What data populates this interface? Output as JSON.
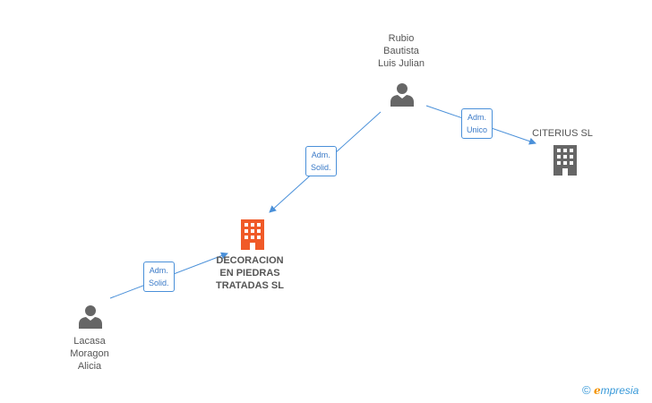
{
  "colors": {
    "edge": "#4a90d9",
    "person": "#666666",
    "company": "#666666",
    "main_company": "#f05a28"
  },
  "nodes": {
    "rubio": {
      "lines": [
        "Rubio",
        "Bautista",
        "Luis Julian"
      ],
      "icon": "person-icon"
    },
    "lacasa": {
      "lines": [
        "Lacasa",
        "Moragon",
        "Alicia"
      ],
      "icon": "person-icon"
    },
    "citerius": {
      "label": "CITERIUS SL",
      "icon": "building-icon"
    },
    "decoracion": {
      "lines": [
        "DECORACION",
        "EN PIEDRAS",
        "TRATADAS SL"
      ],
      "icon": "building-icon"
    }
  },
  "edges": {
    "rubio_decoracion": {
      "lines": [
        "Adm.",
        "Solid."
      ]
    },
    "rubio_citerius": {
      "lines": [
        "Adm.",
        "Unico"
      ]
    },
    "lacasa_decoracion": {
      "lines": [
        "Adm.",
        "Solid."
      ]
    }
  },
  "brand": {
    "copyright": "©",
    "name_first": "e",
    "name_rest": "mpresia"
  }
}
